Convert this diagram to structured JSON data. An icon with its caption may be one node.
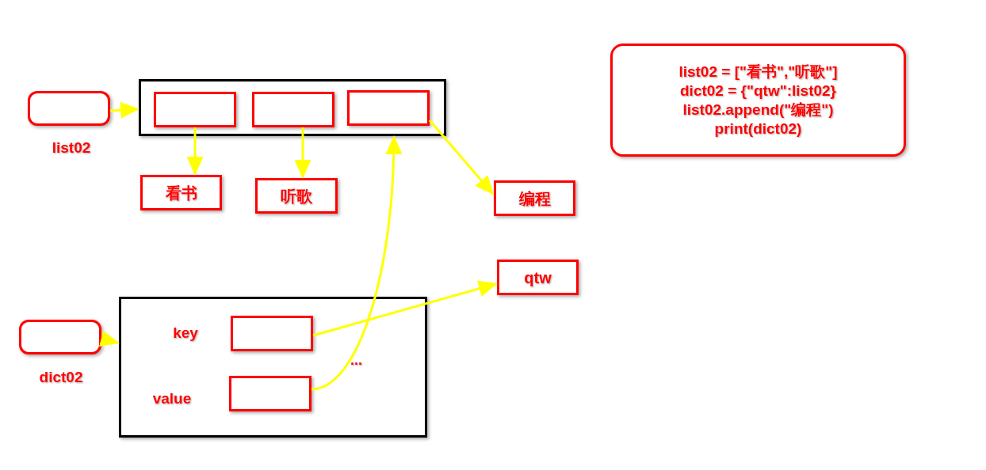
{
  "diagram": {
    "nodes": [
      {
        "text": [],
        "shape": "box",
        "beside": [
          "list02"
        ]
      },
      {
        "text": [],
        "shape": "box"
      },
      {
        "text": [],
        "shape": "box",
        "in": 1
      },
      {
        "text": [],
        "shape": "box",
        "in": 1
      },
      {
        "text": [],
        "shape": "box",
        "in": 1
      },
      {
        "text": [
          "看书"
        ]
      },
      {
        "text": [
          "听歌"
        ]
      },
      {
        "text": [
          "编程"
        ]
      },
      {
        "text": [
          "qtw"
        ]
      },
      {
        "text": [],
        "shape": "box",
        "beside": [
          "dict02"
        ]
      },
      {
        "text": [],
        "shape": "box"
      },
      {
        "text": [],
        "shape": "box",
        "in": 10,
        "beside": [
          "key"
        ]
      },
      {
        "text": [],
        "shape": "box",
        "in": 10,
        "beside": [
          "value"
        ]
      },
      {
        "text": [
          "list02 = [\"看书\",\"听歌\"]",
          "dict02 = {\"qtw\":list02}",
          "list02.append(\"编程\")",
          "print(dict02)"
        ]
      }
    ],
    "edges": [
      {
        "from": 0,
        "to": 1,
        "arrow": "to"
      },
      {
        "from": 2,
        "to": 5,
        "arrow": "to"
      },
      {
        "from": 3,
        "to": 6,
        "arrow": "to"
      },
      {
        "from": 4,
        "to": 7,
        "arrow": "to"
      },
      {
        "from": 9,
        "to": 10,
        "arrow": "to"
      },
      {
        "from": 11,
        "to": 8,
        "arrow": "to"
      },
      {
        "from": 12,
        "to": 1,
        "arrow": "to"
      }
    ],
    "labels": [
      "..."
    ]
  }
}
